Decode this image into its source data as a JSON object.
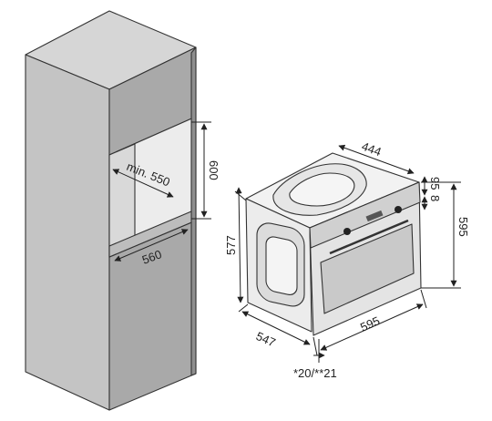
{
  "cabinet": {
    "niche_width": "560",
    "niche_depth": "min. 550",
    "niche_height": "600"
  },
  "oven": {
    "depth_top": "444",
    "width_front": "595",
    "height_front": "595",
    "height_side": "577",
    "depth_side": "547",
    "panel_top": "95",
    "panel_gap": "8",
    "door_note": "*20/**21"
  },
  "colors": {
    "cabinet_front": "#a9a9a9",
    "cabinet_side": "#c4c4c4",
    "cabinet_top": "#d6d6d6",
    "niche_inner": "#ececec",
    "oven_body": "#f2f2f2",
    "oven_front": "#e4e4e4",
    "window": "#c9c9c9",
    "ink": "#222222"
  }
}
